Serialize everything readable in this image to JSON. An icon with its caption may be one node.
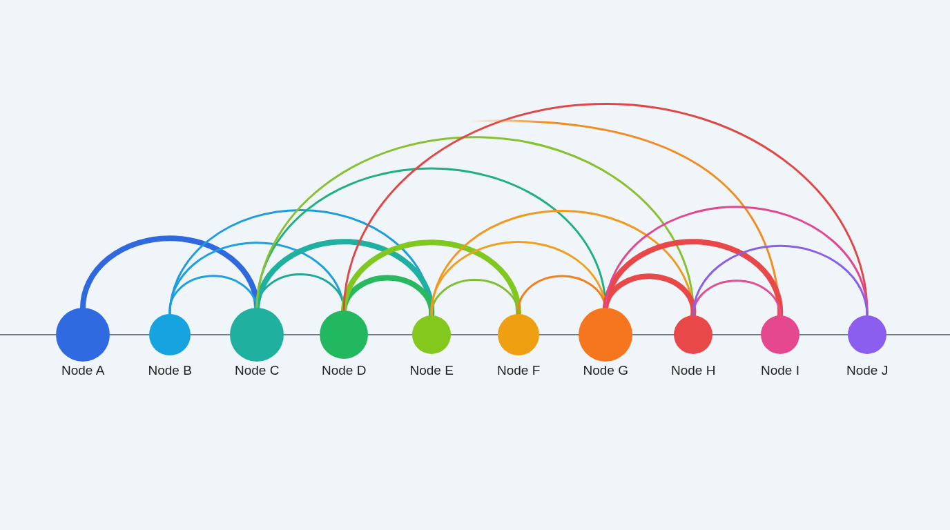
{
  "diagram": {
    "nodes": [
      {
        "text": [
          "Node A"
        ]
      },
      {
        "text": [
          "Node B"
        ]
      },
      {
        "text": [
          "Node C"
        ]
      },
      {
        "text": [
          "Node D"
        ]
      },
      {
        "text": [
          "Node E"
        ]
      },
      {
        "text": [
          "Node F"
        ]
      },
      {
        "text": [
          "Node G"
        ]
      },
      {
        "text": [
          "Node H"
        ]
      },
      {
        "text": [
          "Node I"
        ]
      },
      {
        "text": [
          "Node J"
        ]
      }
    ],
    "edges": [
      {
        "from": 0,
        "to": 2,
        "arrow": "none",
        "style": "thick",
        "color": "#3068e0"
      },
      {
        "from": 1,
        "to": 2,
        "arrow": "none",
        "color": "#1ea0dc"
      },
      {
        "from": 1,
        "to": 3,
        "arrow": "none",
        "color": "#1ea0dc"
      },
      {
        "from": 1,
        "to": 4,
        "arrow": "none",
        "color": "#1e9cdc"
      },
      {
        "from": 2,
        "to": 3,
        "arrow": "none",
        "color": "#20a898"
      },
      {
        "from": 2,
        "to": 4,
        "arrow": "none",
        "style": "thick",
        "color": "#20b0a0"
      },
      {
        "from": 2,
        "to": 6,
        "arrow": "none",
        "color": "#20b080"
      },
      {
        "from": 2,
        "to": 7,
        "arrow": "none",
        "color": "#88c030"
      },
      {
        "from": 3,
        "to": 4,
        "arrow": "none",
        "style": "thick",
        "color": "#28b860"
      },
      {
        "from": 3,
        "to": 5,
        "arrow": "none",
        "style": "thick",
        "color": "#80c820"
      },
      {
        "from": 3,
        "to": 9,
        "arrow": "none",
        "color": "#e04848"
      },
      {
        "from": 4,
        "to": 5,
        "arrow": "none",
        "color": "#80c030"
      },
      {
        "from": 4,
        "to": 6,
        "arrow": "none",
        "color": "#f0a020"
      },
      {
        "from": 4,
        "to": 7,
        "arrow": "none",
        "color": "#f09820"
      },
      {
        "from": null,
        "to": 8,
        "arrow": "none",
        "color": "#f08c20"
      },
      {
        "from": 5,
        "to": 6,
        "arrow": "none",
        "color": "#f08020"
      },
      {
        "from": 6,
        "to": 7,
        "arrow": "none",
        "style": "thick",
        "color": "#e84848"
      },
      {
        "from": 6,
        "to": 8,
        "arrow": "none",
        "style": "thick",
        "color": "#e84848"
      },
      {
        "from": 6,
        "to": 9,
        "arrow": "none",
        "color": "#e04890"
      },
      {
        "from": 7,
        "to": 8,
        "arrow": "none",
        "color": "#e05090"
      },
      {
        "from": 7,
        "to": 9,
        "arrow": "none",
        "color": "#8860e8"
      }
    ]
  }
}
